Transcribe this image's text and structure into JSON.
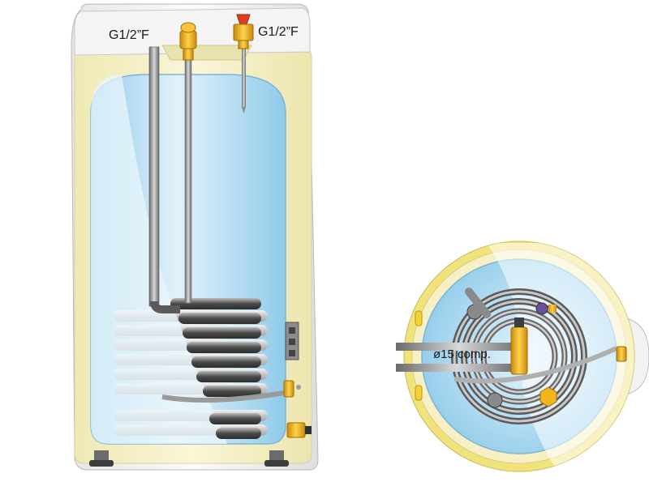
{
  "labels": {
    "inlet_thread": "G1/2”F",
    "valve_thread": "G1/2”F",
    "pipe_size": "ø15 comp."
  },
  "colors": {
    "insulation": "#f4efc2",
    "insulation_edge": "#e8e2a8",
    "shell": "#f0f0f0",
    "tank_water": "#a8d8f0",
    "tank_light": "#dff0fa",
    "coil_dark": "#4a4a4a",
    "coil_light": "#cfcfcf",
    "brass": "#f2b51e",
    "feet": "#555555",
    "ring_yellow": "#f1e27a"
  },
  "icons": [
    "brass-fitting-icon",
    "safety-valve-icon",
    "drain-valve-icon",
    "sensor-gauge-icon",
    "support-foot-icon"
  ]
}
